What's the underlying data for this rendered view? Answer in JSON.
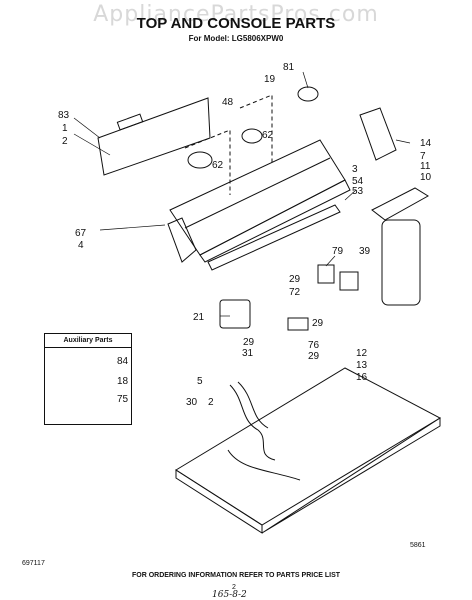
{
  "watermark": "AppliancePartsPros.com",
  "header": {
    "title": "TOP AND CONSOLE PARTS",
    "model": "For Model: LG5806XPW0"
  },
  "auxiliary": {
    "heading": "Auxiliary Parts",
    "parts": [
      "84",
      "18",
      "75"
    ]
  },
  "callouts": {
    "c81": "81",
    "c19": "19",
    "c48": "48",
    "c83": "83",
    "c1": "1",
    "c2": "2",
    "c62a": "62",
    "c62b": "62",
    "c14": "14",
    "c7": "7",
    "c3": "3",
    "c11": "11",
    "c54": "54",
    "c10": "10",
    "c53": "53",
    "c67": "67",
    "c4": "4",
    "c79": "79",
    "c39": "39",
    "c29a": "29",
    "c72": "72",
    "c29b": "29",
    "c21": "21",
    "c29c": "29",
    "c76": "76",
    "c29d": "29",
    "c31": "31",
    "c12": "12",
    "c13": "13",
    "c16": "16",
    "c5": "5",
    "c30": "30",
    "c2b": "2"
  },
  "footer": {
    "code": "5861",
    "doc": "697117",
    "note": "FOR ORDERING INFORMATION REFER TO PARTS PRICE LIST",
    "page": "2",
    "handwritten": "165-8-2"
  }
}
